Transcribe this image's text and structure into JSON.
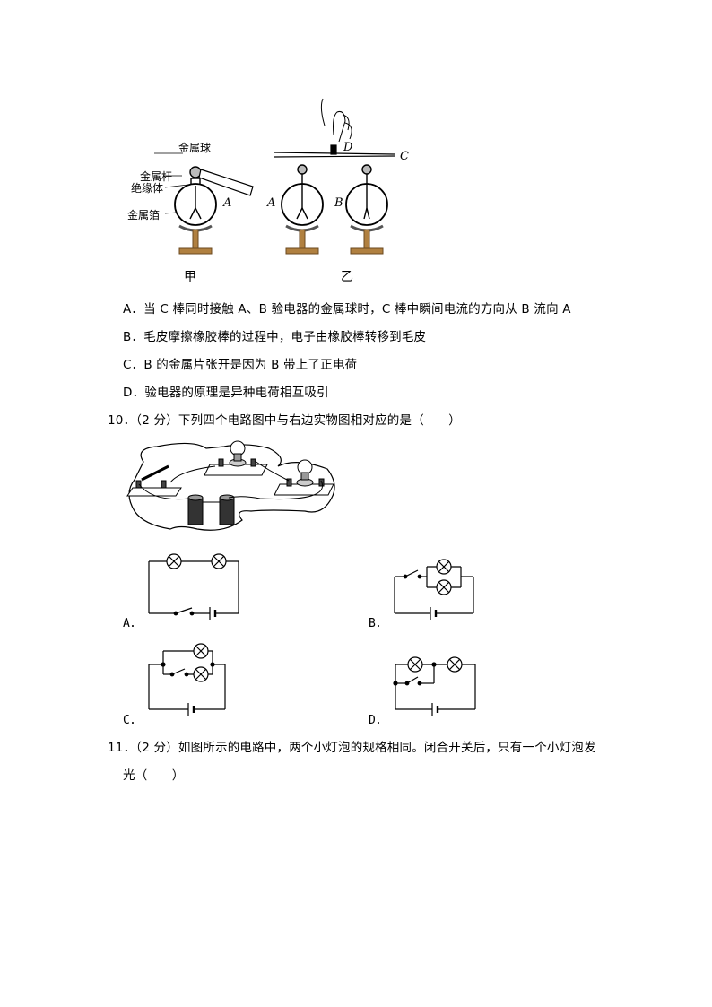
{
  "electroscope_figure": {
    "labels": {
      "metal_ball": "金属球",
      "metal_rod": "金属杆",
      "insulator": "绝缘体",
      "metal_foil": "金属箔",
      "left_A": "A",
      "right_A": "A",
      "right_B": "B",
      "rod_C": "C",
      "rod_D": "D"
    },
    "captions": {
      "left": "甲",
      "right": "乙"
    }
  },
  "question9_options": [
    "A．当 C 棒同时接触 A、B 验电器的金属球时，C 棒中瞬间电流的方向从 B 流向 A",
    "B．毛皮摩擦橡胶棒的过程中，电子由橡胶棒转移到毛皮",
    "C．B 的金属片张开是因为 B 带上了正电荷",
    "D．验电器的原理是异种电荷相互吸引"
  ],
  "question10": {
    "stem": "10．（2 分）下列四个电路图中与右边实物图相对应的是（　　）",
    "option_labels": [
      "A．",
      "B．",
      "C．",
      "D．"
    ]
  },
  "question11": {
    "stem_line1": "11．（2 分）如图所示的电路中，两个小灯泡的规格相同。闭合开关后，只有一个小灯泡发",
    "stem_line2": "光（　　）"
  }
}
